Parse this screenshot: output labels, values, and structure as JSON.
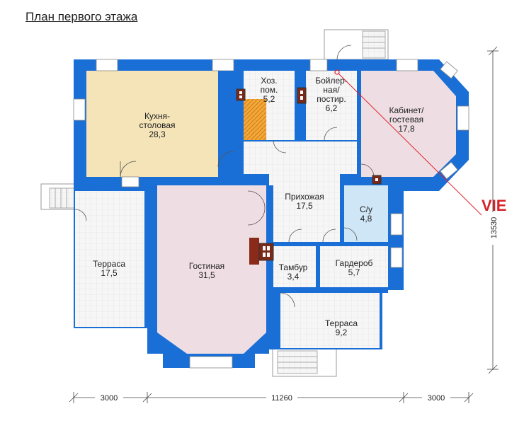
{
  "title": "План первого этажа",
  "rooms": [
    {
      "id": "kitchen",
      "lines": [
        "Кухня-",
        "столовая",
        "28,3"
      ]
    },
    {
      "id": "storage",
      "lines": [
        "Хоз.",
        "пом.",
        "5,2"
      ]
    },
    {
      "id": "boiler",
      "lines": [
        "Бойлер-",
        "ная/",
        "постир.",
        "6,2"
      ]
    },
    {
      "id": "study",
      "lines": [
        "Кабинет/",
        "гостевая",
        "17,8"
      ]
    },
    {
      "id": "hall",
      "lines": [
        "Прихожая",
        "17,5"
      ]
    },
    {
      "id": "wc",
      "lines": [
        "С/у",
        "4,8"
      ]
    },
    {
      "id": "terrace-left",
      "lines": [
        "Терраса",
        "17,5"
      ]
    },
    {
      "id": "living",
      "lines": [
        "Гостиная",
        "31,5"
      ]
    },
    {
      "id": "vestibule",
      "lines": [
        "Тамбур",
        "3,4"
      ]
    },
    {
      "id": "wardrobe",
      "lines": [
        "Гардероб",
        "5,7"
      ]
    },
    {
      "id": "terrace-bottom",
      "lines": [
        "Терраса",
        "9,2"
      ]
    }
  ],
  "dimensions": {
    "left": "3000",
    "middle": "11260",
    "right": "3000",
    "vertical": "13530"
  },
  "logo_text": "VIE",
  "colors": {
    "wall": "#1a6fd6",
    "kitchen": "#f4e4b8",
    "living": "#eedee4",
    "study": "#eedee4",
    "wc": "#cfe6f6",
    "grid_floor": "#f5f5f5",
    "grid_line": "#dcdcdc",
    "stairs": "#f2a83a",
    "chimney": "#7a2818",
    "annotation": "#e0202a"
  }
}
